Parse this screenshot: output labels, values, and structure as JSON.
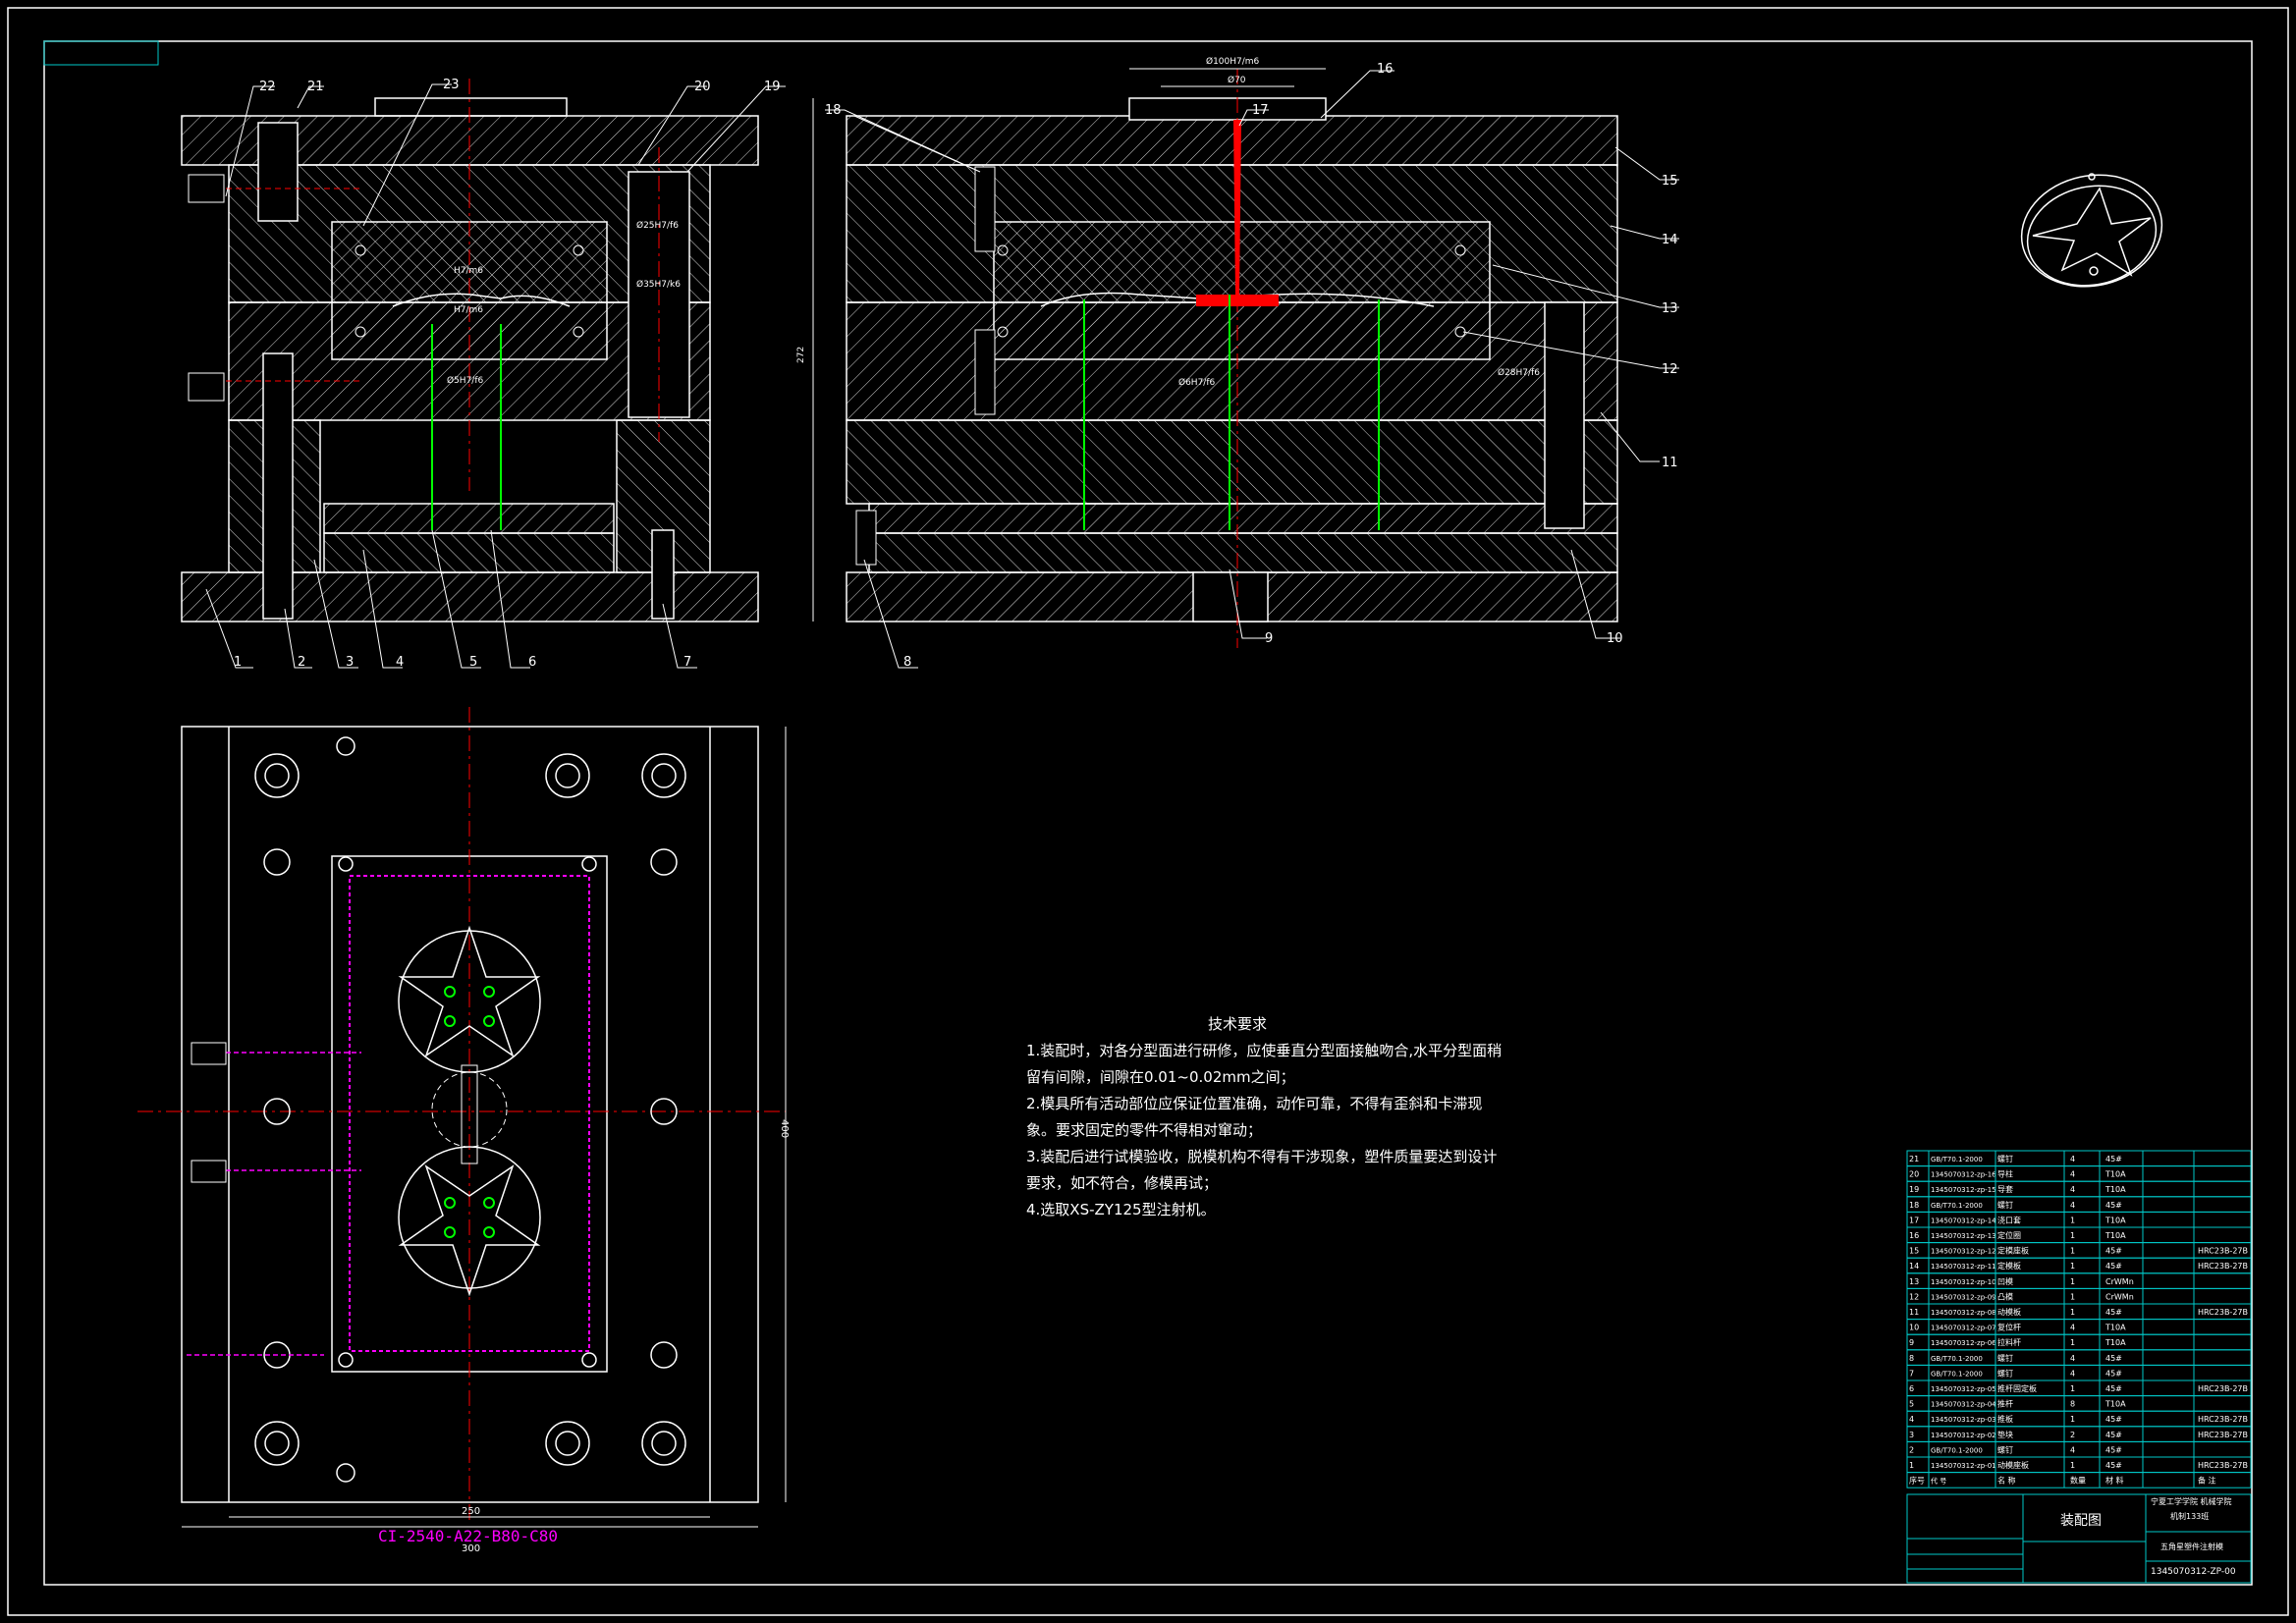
{
  "colors": {
    "background": "#000000",
    "line": "#ffffff",
    "center": "#ff0000",
    "dim": "#00ff00",
    "cooling": "#ff00ff",
    "accent": "#00c8c8"
  },
  "balloons": [
    "1",
    "2",
    "3",
    "4",
    "5",
    "6",
    "7",
    "8",
    "9",
    "10",
    "11",
    "12",
    "13",
    "14",
    "15",
    "16",
    "17",
    "18",
    "19",
    "20",
    "21",
    "22",
    "23"
  ],
  "fits": {
    "fit1": "H7/m6",
    "fit2": "H7/m6",
    "fit3": "Ø25H7/f6",
    "fit4": "Ø35H7/k6",
    "fit5": "Ø5H7/f6",
    "fit6": "Ø100H7/m6",
    "fit7": "Ø70",
    "fit8": "Ø6H7/f6",
    "fit9": "Ø28H7/f6"
  },
  "dims": {
    "height": "272",
    "width_plate": "250",
    "width_total": "300",
    "depth": "400"
  },
  "mold_base_code": "CI-2540-A22-B80-C80",
  "tech_req": {
    "title": "技术要求",
    "items": [
      "1.装配时，对各分型面进行研修，应使垂直分型面接触吻合,水平分型面稍留有间隙，间隙在0.01~0.02mm之间；",
      "2.模具所有活动部位应保证位置准确，动作可靠，不得有歪斜和卡滞现象。要求固定的零件不得相对窜动；",
      "3.装配后进行试模验收，脱模机构不得有干涉现象，塑件质量要达到设计要求，如不符合，修模再试；",
      "4.选取XS-ZY125型注射机。"
    ]
  },
  "bom": [
    [
      "21",
      "GB/T70.1-2000",
      "螺钉",
      "4",
      "45#",
      ""
    ],
    [
      "20",
      "1345070312-zp-16",
      "导柱",
      "4",
      "T10A",
      ""
    ],
    [
      "19",
      "1345070312-zp-15",
      "导套",
      "4",
      "T10A",
      ""
    ],
    [
      "18",
      "GB/T70.1-2000",
      "螺钉",
      "4",
      "45#",
      ""
    ],
    [
      "17",
      "1345070312-zp-14",
      "浇口套",
      "1",
      "T10A",
      ""
    ],
    [
      "16",
      "1345070312-zp-13",
      "定位圈",
      "1",
      "T10A",
      ""
    ],
    [
      "15",
      "1345070312-zp-12",
      "定模座板",
      "1",
      "45#",
      "HRC23B-27B"
    ],
    [
      "14",
      "1345070312-zp-11",
      "定模板",
      "1",
      "45#",
      "HRC23B-27B"
    ],
    [
      "13",
      "1345070312-zp-10",
      "凹模",
      "1",
      "CrWMn",
      ""
    ],
    [
      "12",
      "1345070312-zp-09",
      "凸模",
      "1",
      "CrWMn",
      ""
    ],
    [
      "11",
      "1345070312-zp-08",
      "动模板",
      "1",
      "45#",
      "HRC23B-27B"
    ],
    [
      "10",
      "1345070312-zp-07",
      "复位杆",
      "4",
      "T10A",
      ""
    ],
    [
      "9",
      "1345070312-zp-06",
      "拉料杆",
      "1",
      "T10A",
      ""
    ],
    [
      "8",
      "GB/T70.1-2000",
      "螺钉",
      "4",
      "45#",
      ""
    ],
    [
      "7",
      "GB/T70.1-2000",
      "螺钉",
      "4",
      "45#",
      ""
    ],
    [
      "6",
      "1345070312-zp-05",
      "推杆固定板",
      "1",
      "45#",
      "HRC23B-27B"
    ],
    [
      "5",
      "1345070312-zp-04",
      "推杆",
      "8",
      "T10A",
      ""
    ],
    [
      "4",
      "1345070312-zp-03",
      "推板",
      "1",
      "45#",
      "HRC23B-27B"
    ],
    [
      "3",
      "1345070312-zp-02",
      "垫块",
      "2",
      "45#",
      "HRC23B-27B"
    ],
    [
      "2",
      "GB/T70.1-2000",
      "螺钉",
      "4",
      "45#",
      ""
    ],
    [
      "1",
      "1345070312-zp-01",
      "动模座板",
      "1",
      "45#",
      "HRC23B-27B"
    ]
  ],
  "bom_header": [
    "序号",
    "代 号",
    "名 称",
    "数量",
    "材 料",
    "备 注"
  ],
  "title_block": {
    "drawing_name": "装配图",
    "school": "宁夏工学学院 机械学院",
    "class": "机制133班",
    "part": "五角星塑件注射模",
    "drawing_no": "1345070312-ZP-00"
  }
}
